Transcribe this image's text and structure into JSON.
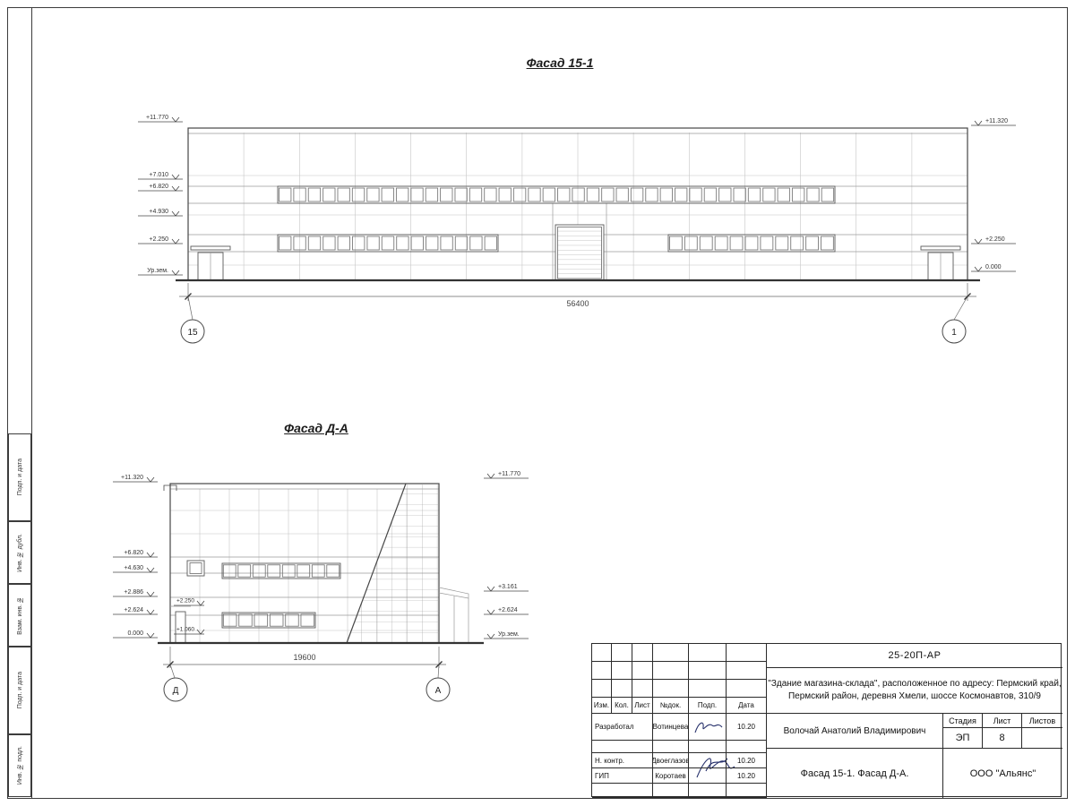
{
  "facade1": {
    "title": "Фасад 15-1",
    "dimension": "56400",
    "axis_left": "15",
    "axis_right": "1",
    "marks_left": [
      "+11.770",
      "+7.010",
      "+6.820",
      "+4.930",
      "+2.250",
      "Ур.зем."
    ],
    "marks_right": [
      "+11.320",
      "+2.250",
      "0.000"
    ]
  },
  "facade2": {
    "title": "Фасад Д-А",
    "dimension": "19600",
    "axis_left": "Д",
    "axis_right": "А",
    "marks_left": [
      "+11.320",
      "+6.820",
      "+4.630",
      "+2.886",
      "+2.624",
      "0.000"
    ],
    "marks_inner": [
      "+2.250",
      "+1.060"
    ],
    "marks_right": [
      "+11.770",
      "+3.161",
      "+2.624",
      "Ур.зем."
    ]
  },
  "title_block": {
    "doc_code": "25-20П-АР",
    "project_line1": "\"Здание магазина-склада\", расположенное по адресу: Пермский край,",
    "project_line2": "Пермский район, деревня Хмели, шоссе Космонавтов, 310/9",
    "header_cells": [
      "Изм.",
      "Кол.",
      "Лист",
      "№док.",
      "Подп.",
      "Дата"
    ],
    "rows": [
      {
        "role": "Разработал",
        "name": "Вотинцева",
        "date": "10.20"
      },
      {
        "role": "Н. контр.",
        "name": "Двоеглазов",
        "date": "10.20"
      },
      {
        "role": "ГИП",
        "name": "Коротаев",
        "date": "10.20"
      }
    ],
    "supervisor": "Волочай Анатолий Владимирович",
    "stage_header": [
      "Стадия",
      "Лист",
      "Листов"
    ],
    "stage_value": "ЭП",
    "sheet_value": "8",
    "sheets_total_value": "",
    "sheet_title": "Фасад 15-1. Фасад Д-А.",
    "company": "ООО \"Альянс\""
  },
  "margin": {
    "labels": [
      "Подп. и дата",
      "Инв. № дубл.",
      "Взам. инв. №",
      "Подп. и дата",
      "Инв. № подл."
    ]
  }
}
